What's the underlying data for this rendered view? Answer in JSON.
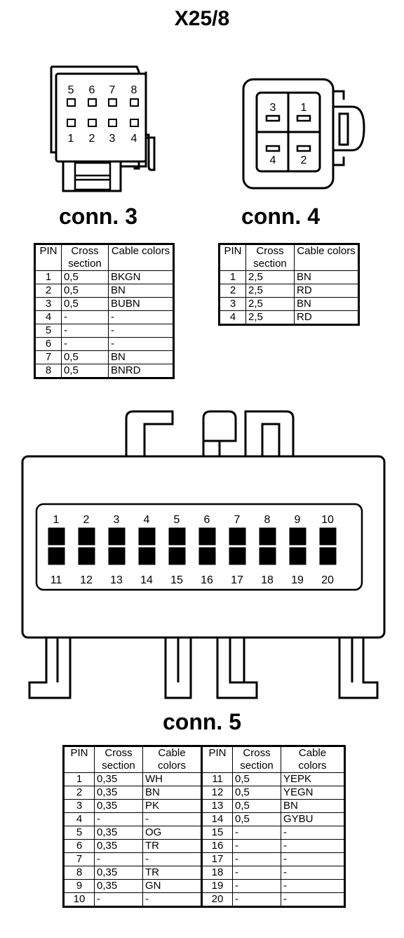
{
  "title": "X25/8",
  "connectors": {
    "conn3": {
      "label": "conn. 3",
      "top_labels": [
        "5",
        "6",
        "7",
        "8"
      ],
      "bottom_labels": [
        "1",
        "2",
        "3",
        "4"
      ],
      "headers": [
        "PIN",
        "Cross section",
        "Cable colors"
      ],
      "rows": [
        {
          "pin": "1",
          "section": "0,5",
          "color": "BKGN"
        },
        {
          "pin": "2",
          "section": "0,5",
          "color": "BN"
        },
        {
          "pin": "3",
          "section": "0,5",
          "color": "BUBN"
        },
        {
          "pin": "4",
          "section": "-",
          "color": "-"
        },
        {
          "pin": "5",
          "section": "-",
          "color": "-"
        },
        {
          "pin": "6",
          "section": "-",
          "color": "-"
        },
        {
          "pin": "7",
          "section": "0,5",
          "color": "BN"
        },
        {
          "pin": "8",
          "section": "0,5",
          "color": "BNRD"
        }
      ]
    },
    "conn4": {
      "label": "conn. 4",
      "pin_labels": [
        "3",
        "1",
        "4",
        "2"
      ],
      "headers": [
        "PIN",
        "Cross section",
        "Cable colors"
      ],
      "rows": [
        {
          "pin": "1",
          "section": "2,5",
          "color": "BN"
        },
        {
          "pin": "2",
          "section": "2,5",
          "color": "RD"
        },
        {
          "pin": "3",
          "section": "2,5",
          "color": "BN"
        },
        {
          "pin": "4",
          "section": "2,5",
          "color": "RD"
        }
      ]
    },
    "conn5": {
      "label": "conn. 5",
      "top_labels": [
        "1",
        "2",
        "3",
        "4",
        "5",
        "6",
        "7",
        "8",
        "9",
        "10"
      ],
      "bottom_labels": [
        "11",
        "12",
        "13",
        "14",
        "15",
        "16",
        "17",
        "18",
        "19",
        "20"
      ],
      "headers": [
        "PIN",
        "Cross section",
        "Cable colors",
        "PIN",
        "Cross section",
        "Cable colors"
      ],
      "rows": [
        {
          "pin": "1",
          "section": "0,35",
          "color": "WH",
          "pin2": "11",
          "section2": "0,5",
          "color2": "YEPK"
        },
        {
          "pin": "2",
          "section": "0,35",
          "color": "BN",
          "pin2": "12",
          "section2": "0,5",
          "color2": "YEGN"
        },
        {
          "pin": "3",
          "section": "0,35",
          "color": "PK",
          "pin2": "13",
          "section2": "0,5",
          "color2": "BN"
        },
        {
          "pin": "4",
          "section": "-",
          "color": "-",
          "pin2": "14",
          "section2": "0,5",
          "color2": "GYBU"
        },
        {
          "pin": "5",
          "section": "0,35",
          "color": "OG",
          "pin2": "15",
          "section2": "-",
          "color2": "-"
        },
        {
          "pin": "6",
          "section": "0,35",
          "color": "TR",
          "pin2": "16",
          "section2": "-",
          "color2": "-"
        },
        {
          "pin": "7",
          "section": "-",
          "color": "-",
          "pin2": "17",
          "section2": "-",
          "color2": "-"
        },
        {
          "pin": "8",
          "section": "0,35",
          "color": "TR",
          "pin2": "18",
          "section2": "-",
          "color2": "-"
        },
        {
          "pin": "9",
          "section": "0,35",
          "color": "GN",
          "pin2": "19",
          "section2": "-",
          "color2": "-"
        },
        {
          "pin": "10",
          "section": "-",
          "color": "-",
          "pin2": "20",
          "section2": "-",
          "color2": "-"
        }
      ]
    }
  }
}
